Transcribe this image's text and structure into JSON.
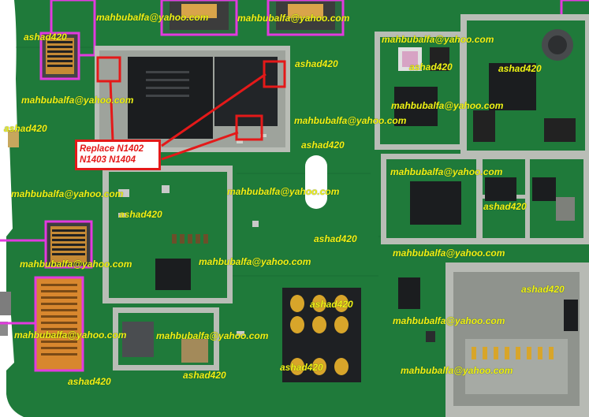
{
  "watermarks": {
    "email": "mahbubalfa@yahoo.com",
    "name": "ashad420"
  },
  "callout": {
    "line1": "Replace N1402",
    "line2": "N1403 N1404"
  },
  "colors": {
    "board": "#1f7a3a",
    "board_dark": "#155c2b",
    "shield": "#b9bdb6",
    "chip": "#1b1d1f",
    "highlight_magenta": "#e23adf",
    "highlight_red": "#e41919",
    "watermark": "#f3f014",
    "sim_gold": "#d8a52a"
  }
}
